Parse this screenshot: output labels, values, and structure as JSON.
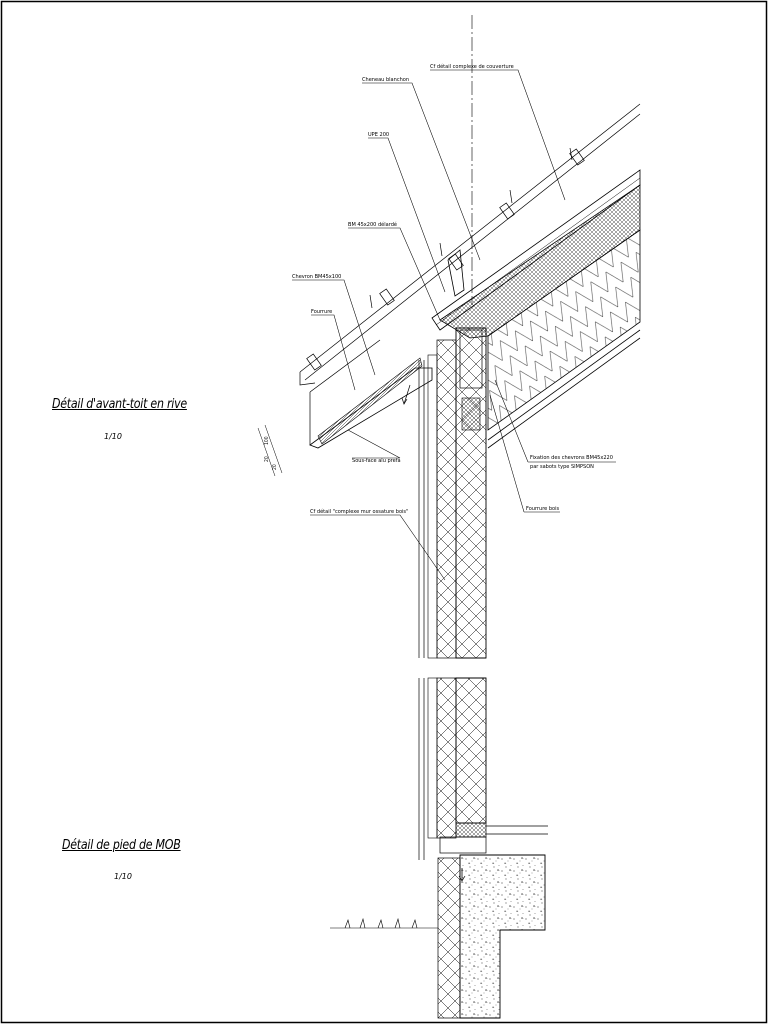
{
  "titles": {
    "eave_detail": "Détail d'avant-toit en rive",
    "eave_scale": "1/10",
    "foot_detail": "Détail de pied de MOB",
    "foot_scale": "1/10"
  },
  "labels": {
    "roof_complex": "Cf détail complexe de couverture",
    "cheneau": "Cheneau blanchon",
    "upe": "UPE 200",
    "bm_delarde": "BM 45x200 délardé",
    "chevron": "Chevron BM45x100",
    "fourrure": "Fourrure",
    "sous_face": "Sous-face alu prefa",
    "wall_complex": "Cf détail \"complexe mur ossature bois\"",
    "fixation_line1": "Fixation des chevrons BM45x220",
    "fixation_line2": "par sabots type SIMPSON",
    "fourrure_bois": "Fourrure bois"
  },
  "dimensions": {
    "d1": "100",
    "d2": "20",
    "d3": "20"
  }
}
